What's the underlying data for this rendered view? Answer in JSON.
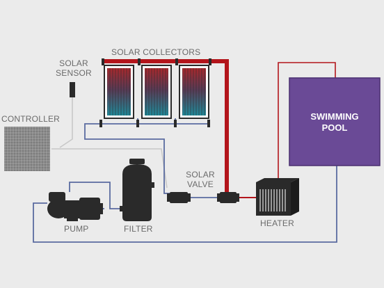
{
  "labels": {
    "solar_collectors": "SOLAR COLLECTORS",
    "solar_sensor_line1": "SOLAR",
    "solar_sensor_line2": "SENSOR",
    "controller": "CONTROLLER",
    "solar_valve_line1": "SOLAR",
    "solar_valve_line2": "VALVE",
    "pump": "PUMP",
    "filter": "FILTER",
    "heater": "HEATER",
    "pool_line1": "SWIMMING",
    "pool_line2": "POOL"
  },
  "colors": {
    "background": "#ebebeb",
    "pipe_hot": "#b3151b",
    "pipe_cold": "#5a6ba0",
    "sensor_wire": "#c8c8c8",
    "pool": "#6a4a96",
    "equipment": "#2a2a2a",
    "controller": "#8c8c8c",
    "label": "#6a6a6a"
  }
}
